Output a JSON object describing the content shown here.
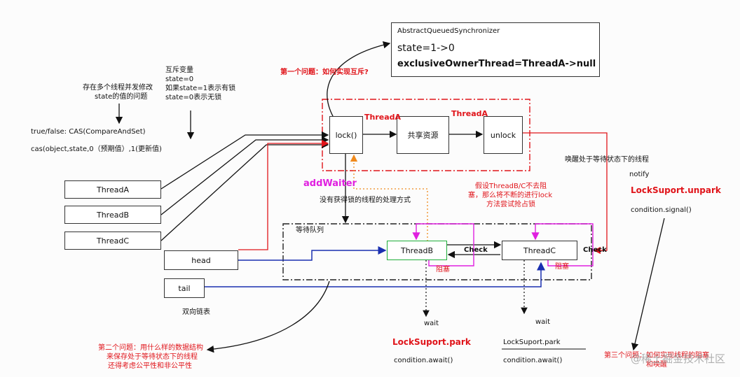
{
  "aqs_box": {
    "title": "AbstractQueuedSynchronizer",
    "state_line": "state=1->0",
    "owner_line": "exclusiveOwnerThread=ThreadA->null"
  },
  "notes": {
    "problem1": "第一个问题：如何实现互斥?",
    "mutex_var": [
      "互斥变量",
      "state=0",
      "如果state=1表示有锁",
      "state=0表示无锁"
    ],
    "multi_thread": [
      "存在多个线程并发修改",
      "state的值的问题"
    ],
    "cas1": "true/false:  CAS(CompareAndSet)",
    "cas2": "cas(object,state,0（预期值）,1(更新值)",
    "add_waiter": "addWaiter",
    "no_lock": "没有获得锁的线程的处理方式",
    "assume": [
      "假设ThreadB/C不去阻",
      "塞，那么将不断的进行lock",
      "方法尝试抢占锁"
    ],
    "wake": "唤醒处于等待状态下的线程",
    "notify": "notify",
    "lock_unpark": "LockSuport.unpark",
    "signal": "condition.signal()",
    "wait_queue": "等待队列",
    "double_list": "双向链表",
    "block1": "阻塞",
    "block2": "阻塞",
    "check1": "Check",
    "check2": "Check",
    "wait1": "wait",
    "wait2": "wait",
    "park1": "LockSuport.park",
    "park2": "LockSuport.park",
    "await1": "condition.await()",
    "await2": "condition.await()",
    "problem2": [
      "第二个问题：用什么样的数据结构",
      "来保存处于等待状态下的线程",
      "还得考虑公平性和非公平性"
    ],
    "problem3": [
      "第三个问题：如何实现线程的阻塞",
      "和唤醒"
    ],
    "thread_a1": "ThreadA",
    "thread_a2": "ThreadA"
  },
  "boxes": {
    "lock": "lock()",
    "shared": "共享资源",
    "unlock": "unlock",
    "threadA": "ThreadA",
    "threadB": "ThreadB",
    "threadC": "ThreadC",
    "head": "head",
    "tail": "tail",
    "qThreadB": "ThreadB",
    "qThreadC": "ThreadC"
  },
  "watermark": "@稀土掘金技术社区",
  "colors": {
    "red": "#e0141a",
    "blue": "#1a2fb0",
    "magenta": "#e020e0",
    "green": "#1fae3a",
    "orange": "#f08a1c"
  }
}
